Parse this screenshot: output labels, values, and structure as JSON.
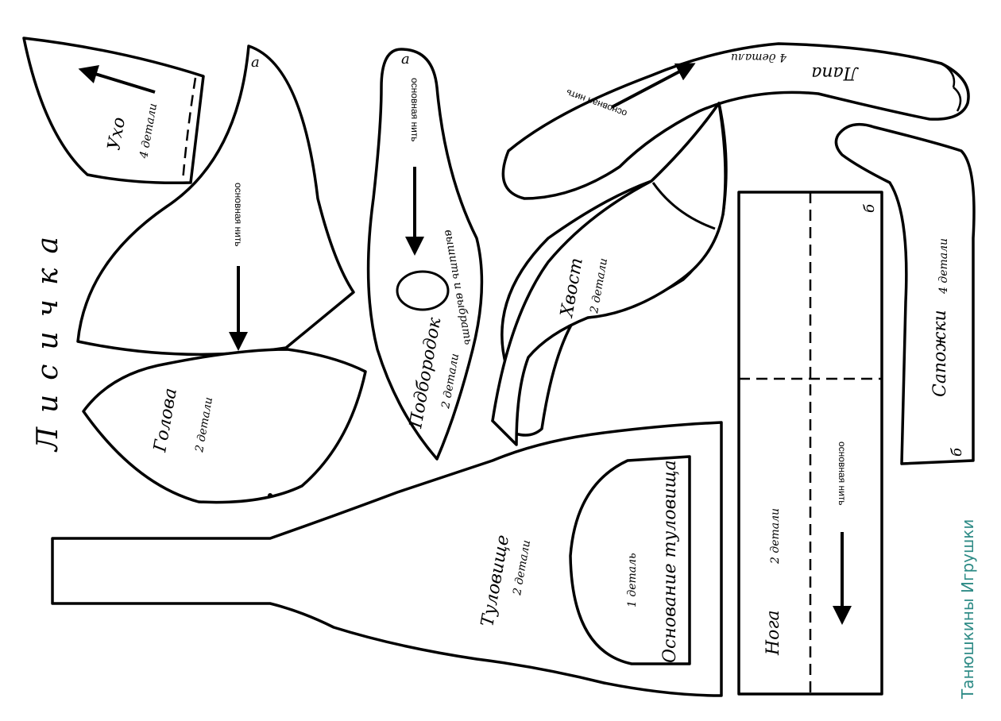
{
  "title": "Лисичка",
  "brand": "Танюшкины Игрушки",
  "grain_label": "основная нить",
  "pieces": {
    "ear": {
      "name": "Ухо",
      "count": "4 детали"
    },
    "head": {
      "name": "Голова",
      "count": "2 детали",
      "mark": "а"
    },
    "chin": {
      "name": "Подбородок",
      "count": "2 детали",
      "mark": "а",
      "note": "вышить и выбрать"
    },
    "tail": {
      "name": "Хвост",
      "count": "2 детали"
    },
    "paw": {
      "name": "Лапа",
      "count": "4 детали"
    },
    "boot": {
      "name": "Сапожки",
      "count": "4 детали",
      "mark": "б"
    },
    "leg": {
      "name": "Нога",
      "count": "2 детали",
      "mark": "б"
    },
    "body": {
      "name": "Туловище",
      "count": "2 детали"
    },
    "body_base": {
      "name": "Основание туловища",
      "count": "1 деталь"
    }
  },
  "colors": {
    "outline": "#000000",
    "brand": "#2e8b86"
  }
}
